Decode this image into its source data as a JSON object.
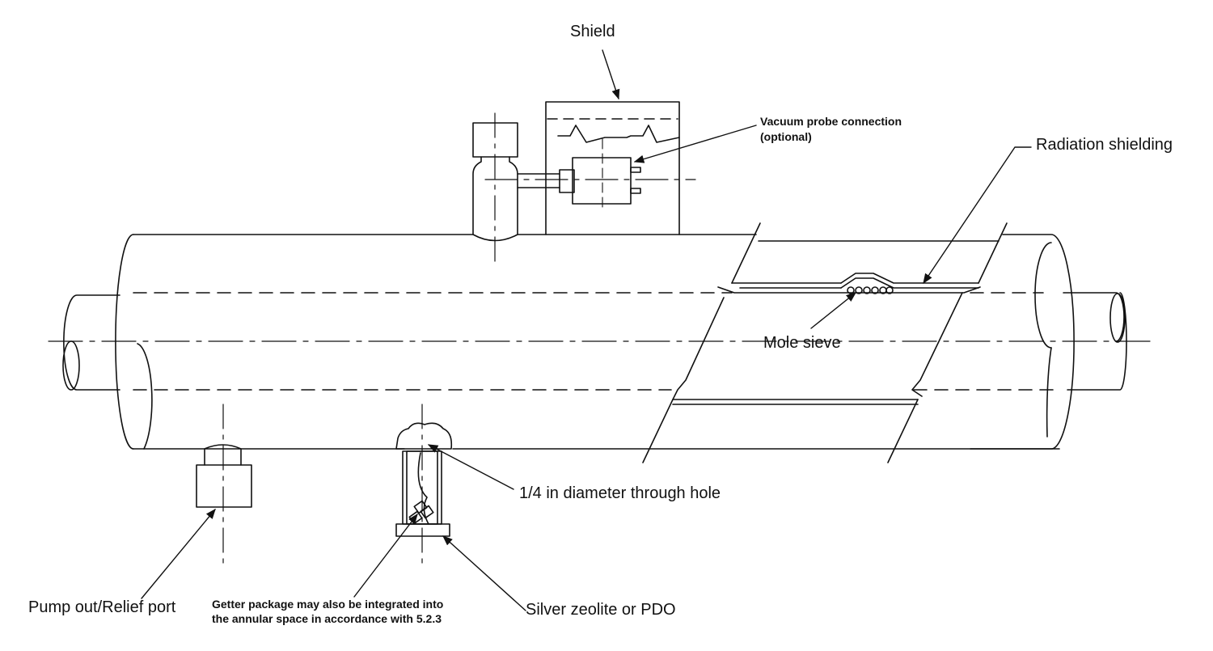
{
  "labels": {
    "shield": "Shield",
    "vacuum_probe_line1": "Vacuum probe connection",
    "vacuum_probe_line2": "(optional)",
    "radiation_shielding": "Radiation shielding",
    "mole_sieve": "Mole sieve",
    "through_hole": "1/4 in diameter through hole",
    "pump_out": "Pump out/Relief port",
    "getter_line1": "Getter package may also be integrated into",
    "getter_line2": "the annular space in accordance with 5.2.3",
    "silver_zeolite": "Silver zeolite or PDO"
  },
  "colors": {
    "ink": "#111111",
    "background": "#ffffff"
  }
}
